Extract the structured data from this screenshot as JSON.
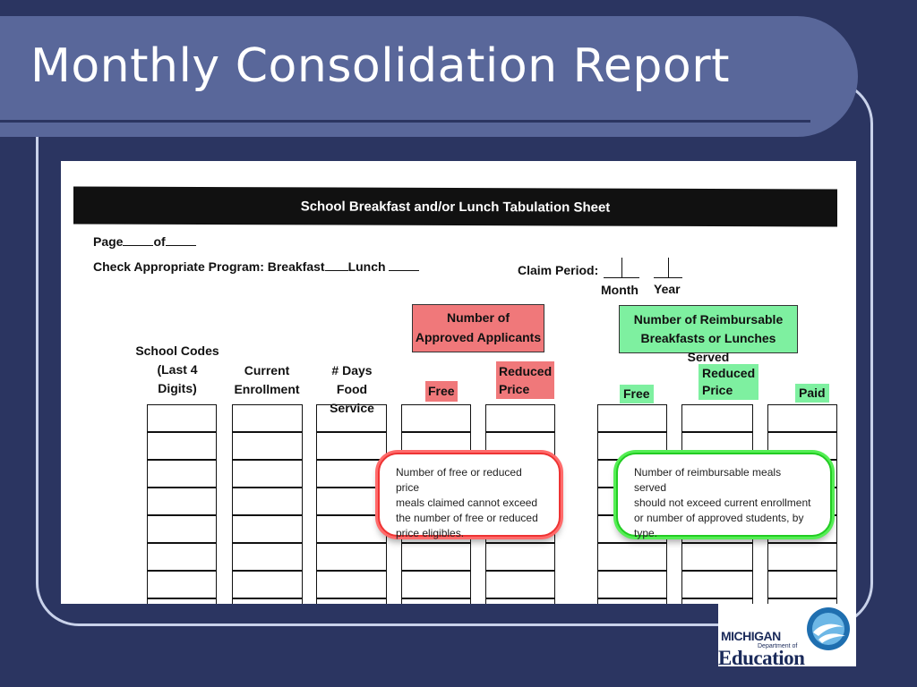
{
  "slide": {
    "title": "Monthly Consolidation Report"
  },
  "sheet": {
    "header": "School Breakfast and/or Lunch Tabulation Sheet",
    "page_label": "Page",
    "of_label": "of",
    "program_label": "Check Appropriate Program:  Breakfast",
    "lunch_label": "Lunch",
    "claim_period_label": "Claim Period:",
    "month_label": "Month",
    "year_label": "Year",
    "approved_header": [
      "Number of",
      "Approved Applicants"
    ],
    "reimbursable_header": [
      "Number of Reimbursable",
      "Breakfasts or Lunches Served"
    ],
    "columns": {
      "school_codes": [
        "School Codes",
        "(Last 4",
        "Digits)"
      ],
      "current_enrollment": [
        "Current",
        "Enrollment"
      ],
      "days_food_service": [
        "# Days",
        "Food Service"
      ],
      "free": "Free",
      "reduced_price": [
        "Reduced",
        "Price"
      ],
      "free_served": "Free",
      "reduced_price_served": [
        "Reduced",
        "Price"
      ],
      "paid": "Paid"
    }
  },
  "callouts": {
    "red": [
      "Number of free or reduced price",
      "meals claimed cannot exceed",
      "the number of free or reduced",
      "price eligibles."
    ],
    "green": [
      "Number of reimbursable meals served",
      "should not exceed current enrollment",
      "or number of approved students, by",
      "type."
    ]
  },
  "logo": {
    "michigan": "MICHIGAN",
    "department": "Department of",
    "education": "Education"
  },
  "colors": {
    "background": "#2b3561",
    "title_band": "#59679a",
    "red_highlight": "#f0787a",
    "green_highlight": "#7ef0a0"
  }
}
